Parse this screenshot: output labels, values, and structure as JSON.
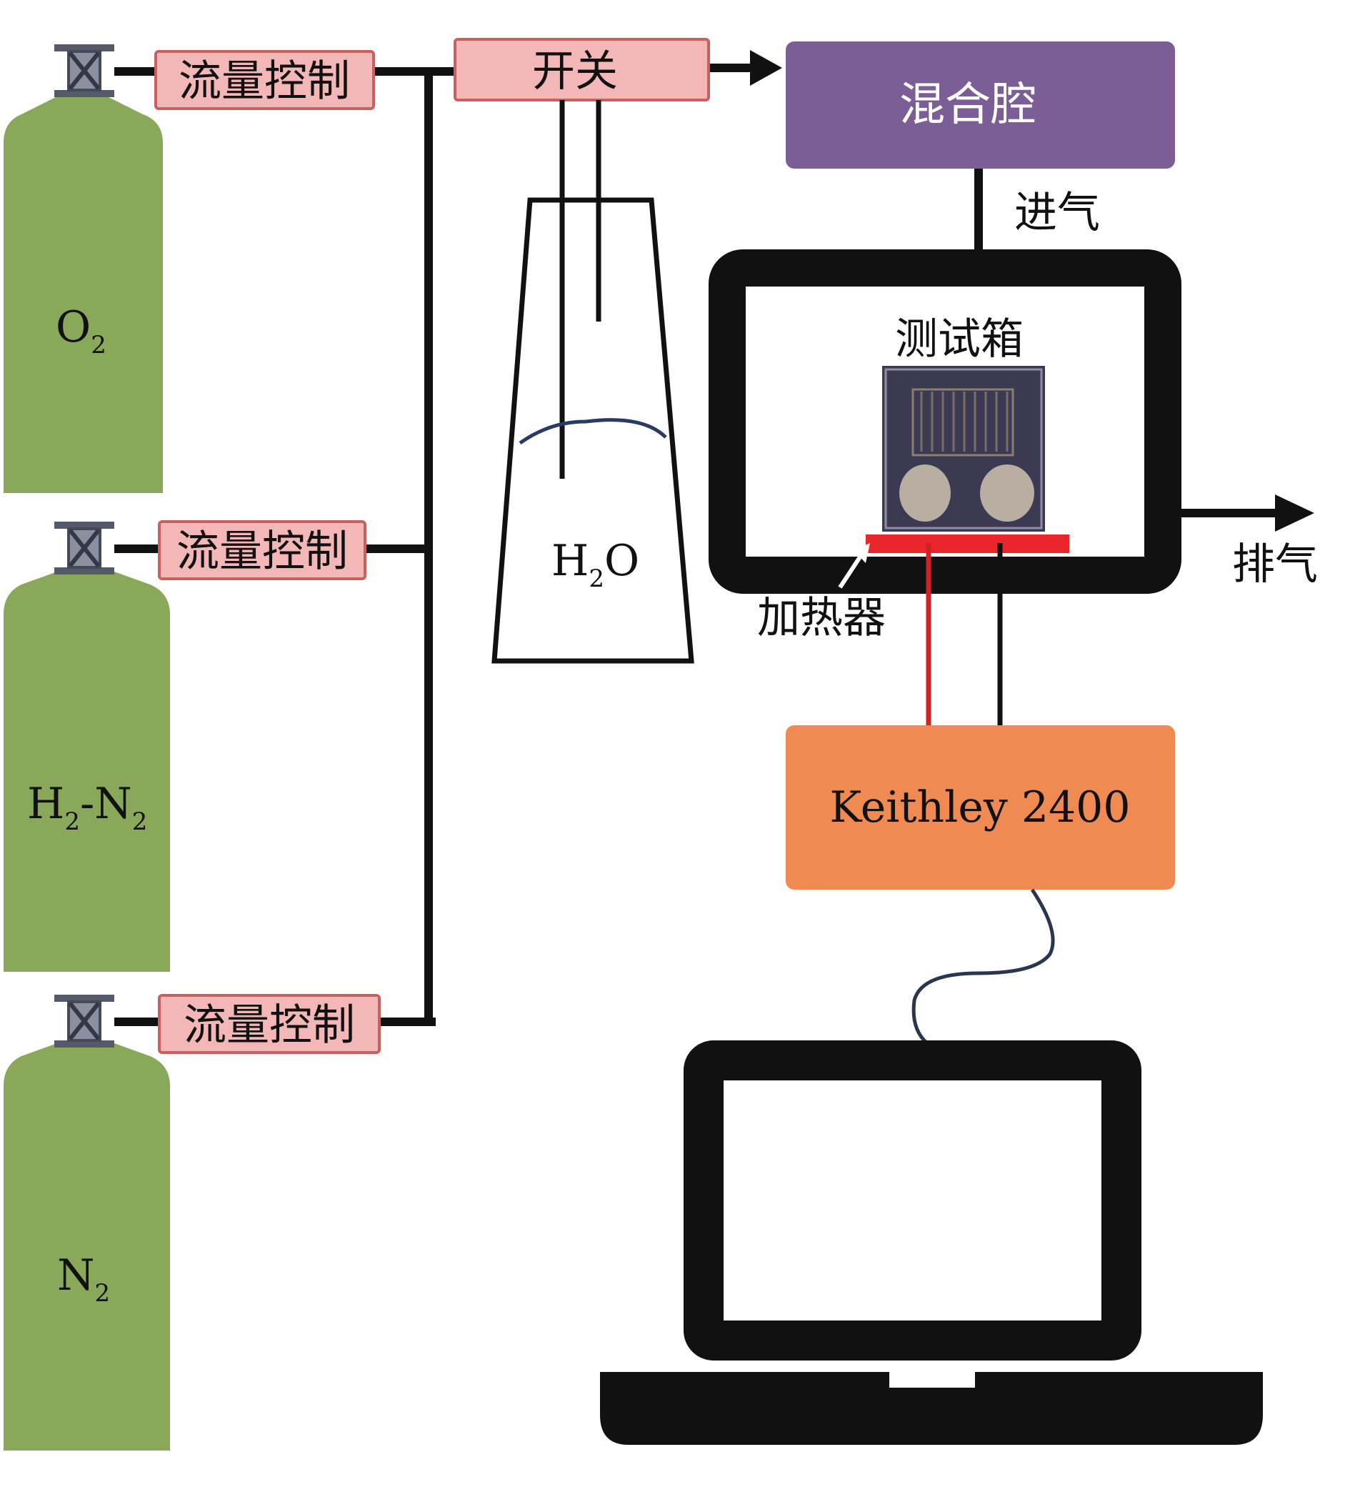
{
  "cylinders": [
    {
      "gas_main": "O",
      "gas_sub": "2",
      "gas_tail_main": "",
      "gas_tail_sub": ""
    },
    {
      "gas_main": "H",
      "gas_sub": "2",
      "gas_tail_main": "-N",
      "gas_tail_sub": "2"
    },
    {
      "gas_main": "N",
      "gas_sub": "2",
      "gas_tail_main": "",
      "gas_tail_sub": ""
    }
  ],
  "flow_control_label": "流量控制",
  "switch_label": "开关",
  "water_label_main": "H",
  "water_label_sub": "2",
  "water_label_tail": "O",
  "mixing_chamber_label": "混合腔",
  "inlet_label": "进气",
  "test_box_label": "测试箱",
  "exhaust_label": "排气",
  "heater_label": "加热器",
  "instrument_label": "Keithley 2400",
  "colors": {
    "cylinder": "#8aa85a",
    "flow_box_fill": "#f4b7b7",
    "flow_box_border": "#c86060",
    "mixing_chamber": "#7b5e96",
    "instrument": "#ef8b52",
    "heater": "#e8262b",
    "line": "#111111",
    "cable": "#2a3550"
  }
}
